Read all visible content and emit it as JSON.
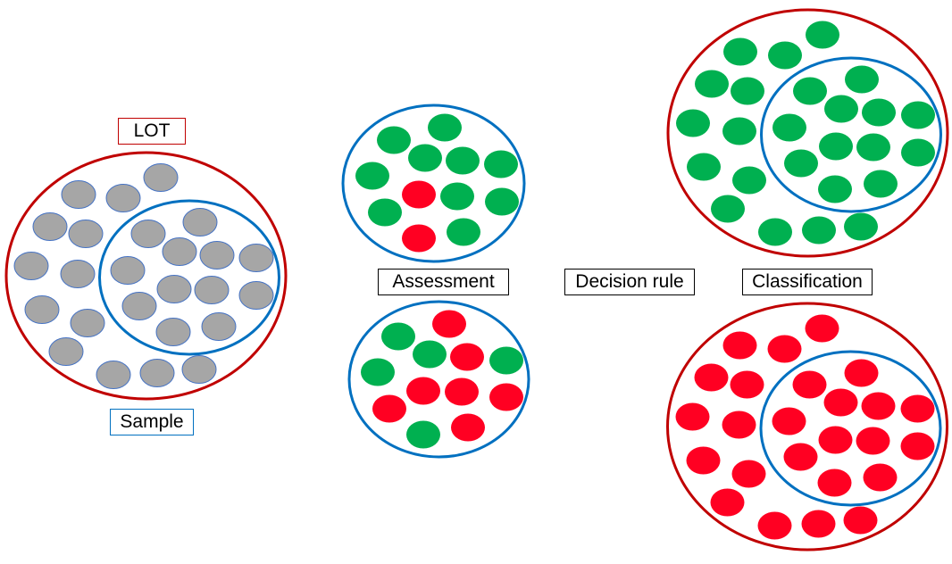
{
  "labels": {
    "lot": "LOT",
    "sample": "Sample",
    "assessment": "Assessment",
    "decision_rule": "Decision rule",
    "classification": "Classification"
  },
  "colors": {
    "lot_outline": "#C00000",
    "sample_outline": "#0070C0",
    "unknown_item": "#A6A6A6",
    "unknown_item_stroke": "#4472C4",
    "conforming_item": "#00B050",
    "nonconforming_item": "#FF0022"
  },
  "groups": {
    "lot_unknown": {
      "status": "unknown"
    },
    "lot_conforming": {
      "status": "conforming"
    },
    "lot_nonconforming": {
      "status": "nonconforming"
    },
    "assessment_sample_accept": {
      "items": [
        "conforming",
        "conforming",
        "conforming",
        "conforming",
        "conforming",
        "conforming",
        "nonconforming",
        "conforming",
        "conforming",
        "conforming",
        "nonconforming",
        "conforming"
      ]
    },
    "assessment_sample_reject": {
      "items": [
        "nonconforming",
        "conforming",
        "conforming",
        "nonconforming",
        "conforming",
        "conforming",
        "nonconforming",
        "nonconforming",
        "nonconforming",
        "nonconforming",
        "conforming",
        "nonconforming"
      ]
    }
  }
}
